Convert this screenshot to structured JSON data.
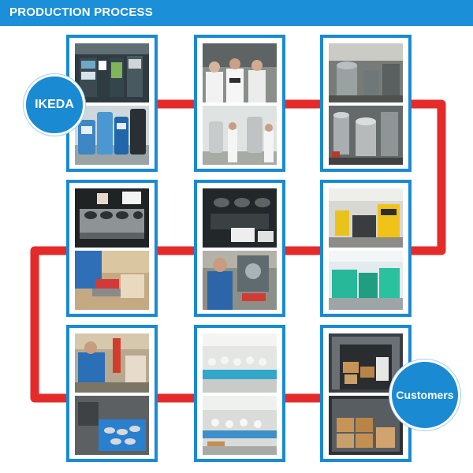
{
  "header": {
    "title": "PRODUCTION PROCESS"
  },
  "badges": {
    "start": "IKEDA",
    "end": "Customers"
  },
  "colors": {
    "banner": "#1b8fd8",
    "card_border": "#1a8ad3",
    "connector": "#e52a2a",
    "badge": "#1a8ad3"
  },
  "steps": [
    {
      "row": 1,
      "col": 1,
      "icon": "warehouse-photo-pair"
    },
    {
      "row": 1,
      "col": 2,
      "icon": "lab-inspection-photo-pair"
    },
    {
      "row": 1,
      "col": 3,
      "icon": "mixing-machinery-photo-pair"
    },
    {
      "row": 2,
      "col": 1,
      "icon": "mold-parts-photo-pair"
    },
    {
      "row": 2,
      "col": 2,
      "icon": "molding-operator-photo-pair"
    },
    {
      "row": 2,
      "col": 3,
      "icon": "injection-machine-photo-pair"
    },
    {
      "row": 3,
      "col": 1,
      "icon": "drilling-station-photo-pair"
    },
    {
      "row": 3,
      "col": 2,
      "icon": "assembly-line-photo-pair"
    },
    {
      "row": 3,
      "col": 3,
      "icon": "container-loading-photo-pair"
    }
  ]
}
